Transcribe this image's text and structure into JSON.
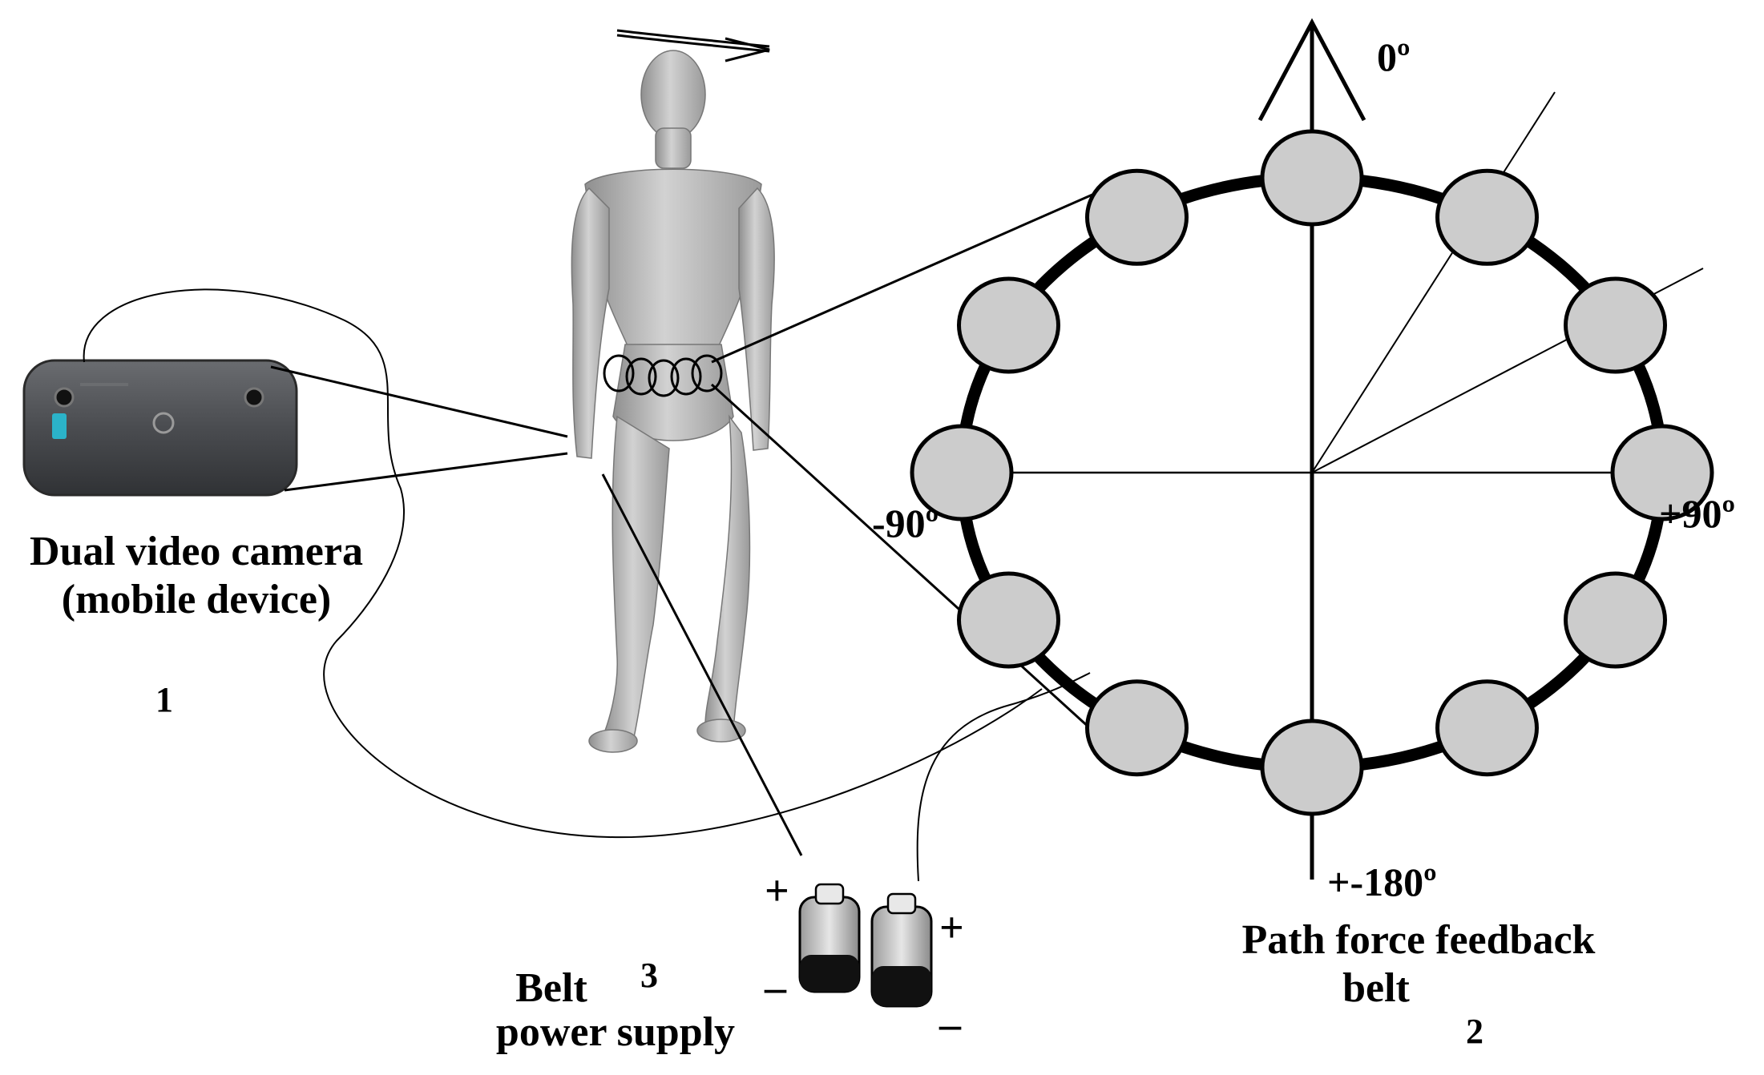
{
  "camera": {
    "label_line1": "Dual video camera",
    "label_line2": "(mobile device)",
    "number": "1"
  },
  "belt": {
    "label_line1": "Path force feedback",
    "label_line2": "belt",
    "number": "2",
    "angles": {
      "top": "0º",
      "left": "-90º",
      "right": "+90º",
      "bottom": "+-180º"
    },
    "actuator_count": 12
  },
  "power": {
    "label_line1": "Belt",
    "label_line2": "power supply",
    "number": "3",
    "plus_left": "+",
    "minus_left": "–",
    "plus_right": "+",
    "minus_right": "–"
  },
  "colors": {
    "actuator_fill": "#cccccc",
    "figure_fill": "#b8b8b8",
    "camera_body": "#4a4c4f",
    "camera_led": "#2bb3c9"
  }
}
